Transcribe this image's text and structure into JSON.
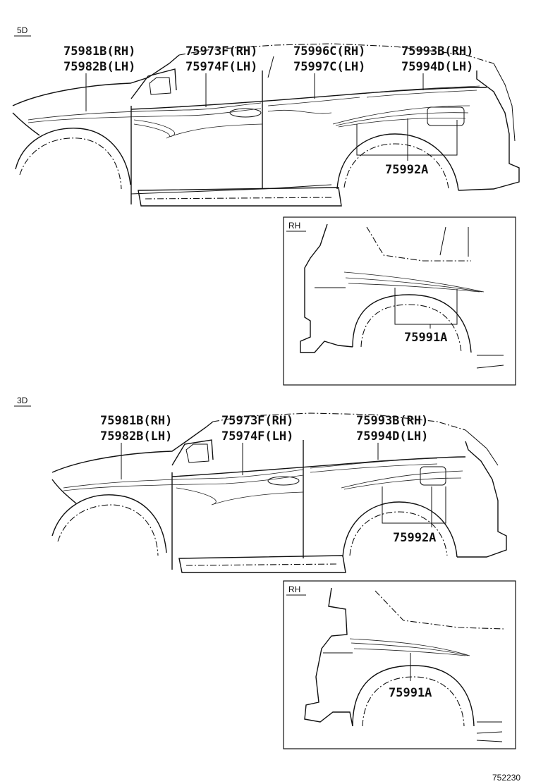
{
  "sections": {
    "five_door": {
      "tag": "5D",
      "labels": {
        "a1": "75981B(RH)",
        "a2": "75982B(LH)",
        "b1": "75973F(RH)",
        "b2": "75974F(LH)",
        "c1": "75996C(RH)",
        "c2": "75997C(LH)",
        "d1": "75993B(RH)",
        "d2": "75994D(LH)",
        "e": "75992A"
      },
      "inset": {
        "tag": "RH",
        "label": "75991A"
      }
    },
    "three_door": {
      "tag": "3D",
      "labels": {
        "a1": "75981B(RH)",
        "a2": "75982B(LH)",
        "b1": "75973F(RH)",
        "b2": "75974F(LH)",
        "d1": "75993B(RH)",
        "d2": "75994D(LH)",
        "e": "75992A"
      },
      "inset": {
        "tag": "RH",
        "label": "75991A"
      }
    }
  },
  "figure_number": "752230"
}
